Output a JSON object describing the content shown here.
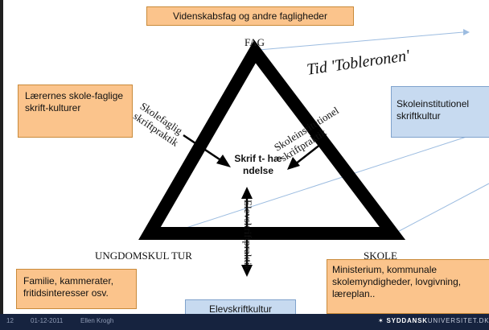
{
  "title": "Videnskabsfag og andre fagligheder",
  "vertices": {
    "top": "FAG",
    "left": "UNGDOMSKUL TUR",
    "right": "SKOLE"
  },
  "annotation": "Tid 'Tobleronen'",
  "center_label": "Skrif t- hæ ndelse",
  "edge_labels": {
    "left": "Skolefaglig skriftpraktik",
    "right": "Skoleinstitutionel skriftpraktik",
    "bottom": "Elevskriftpraktik"
  },
  "boxes": {
    "teacher": "Lærernes skole-faglige skrift-kulturer",
    "school": "Skoleinstitutionel skriftkultur",
    "family": "Familie, kammerater, fritidsinteresser osv.",
    "ministry": "Ministerium, kommunale skolemyndigheder, lovgivning, læreplan..",
    "student": "Elevskriftkultur"
  },
  "footer": {
    "slide_number": "12",
    "date": "01-12-2011",
    "author": "Ellen Krogh",
    "logo_bold": "SYDDANSK",
    "logo_light": "UNIVERSITET.DK"
  },
  "colors": {
    "orange_box": "#fbc48c",
    "blue_box": "#c7daf0",
    "triangle": "#000000",
    "prism_lines": "#9cbce0",
    "footer_bg": "#16233f"
  },
  "icons": [
    "university-logo-icon"
  ]
}
